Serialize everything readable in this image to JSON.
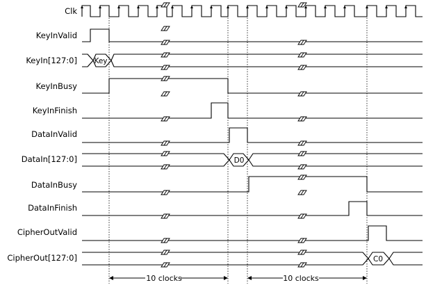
{
  "signals": [
    {
      "id": "clk",
      "label": "Clk"
    },
    {
      "id": "keyinvalid",
      "label": "KeyInValid"
    },
    {
      "id": "keyin",
      "label": "KeyIn[127:0]",
      "value": "Key"
    },
    {
      "id": "keyinbusy",
      "label": "KeyInBusy"
    },
    {
      "id": "keyinfinish",
      "label": "KeyInFinish"
    },
    {
      "id": "datainvalid",
      "label": "DataInValid"
    },
    {
      "id": "datain",
      "label": "DataIn[127:0]",
      "value": "D0"
    },
    {
      "id": "datainbusy",
      "label": "DataInBusy"
    },
    {
      "id": "datainfinish",
      "label": "DataInFinish"
    },
    {
      "id": "cipheroutvalid",
      "label": "CipherOutValid"
    },
    {
      "id": "cipherout",
      "label": "CipherOut[127:0]",
      "value": "C0"
    }
  ],
  "annotations": [
    {
      "id": "span1",
      "label": "10 clocks"
    },
    {
      "id": "span2",
      "label": "10 clocks"
    }
  ]
}
